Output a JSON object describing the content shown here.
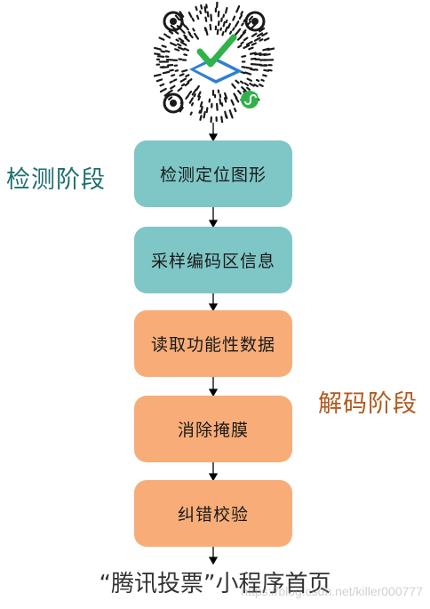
{
  "stages": {
    "detect_label": "检测阶段",
    "decode_label": "解码阶段",
    "detect_color": "#1f6f6f",
    "decode_color": "#b25a1e"
  },
  "steps": [
    {
      "label": "检测定位图形",
      "stage": "detect"
    },
    {
      "label": "采样编码区信息",
      "stage": "detect"
    },
    {
      "label": "读取功能性数据",
      "stage": "decode"
    },
    {
      "label": "消除掩膜",
      "stage": "decode"
    },
    {
      "label": "纠错校验",
      "stage": "decode"
    }
  ],
  "caption": "“腾讯投票”小程序首页",
  "watermark": "https://blog.csdn.net/killer000777",
  "colors": {
    "detect_box": "#7fc6c6",
    "decode_box": "#f8ad78",
    "check_green": "#2fb24a",
    "check_blue": "#2f7fd6"
  }
}
